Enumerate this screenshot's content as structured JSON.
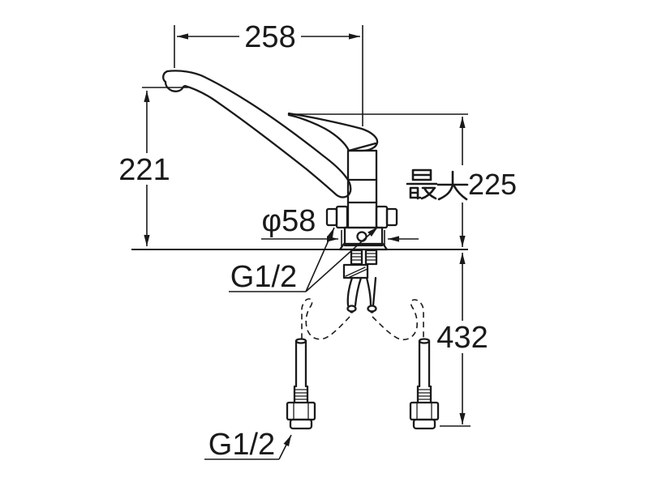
{
  "drawing": {
    "type": "technical-dimension-diagram",
    "subject": "single-lever kitchen mixer faucet",
    "background_color": "#ffffff",
    "line_color": "#1a1a1a",
    "labels": {
      "spout_reach": "258",
      "spout_height": "221",
      "max_height_full": "最大225",
      "max_height_prefix": "最大",
      "max_height_value": "225",
      "base_diameter": "φ58",
      "body_thread": "G1/2",
      "supply_thread": "G1/2",
      "supply_length": "432"
    }
  }
}
